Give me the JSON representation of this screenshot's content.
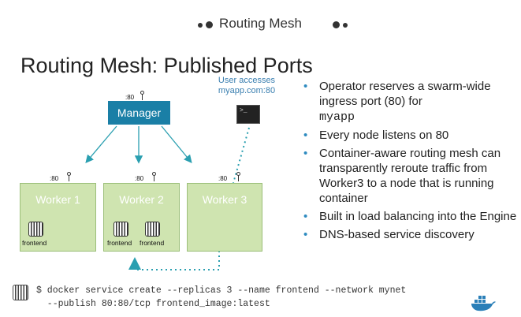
{
  "header": {
    "title": "Routing Mesh"
  },
  "slide": {
    "title": "Routing Mesh:  Published Ports"
  },
  "diagram": {
    "manager": {
      "label": "Manager",
      "port": ":80"
    },
    "workers": [
      {
        "label": "Worker 1",
        "port": ":80",
        "containers": [
          "frontend"
        ]
      },
      {
        "label": "Worker 2",
        "port": ":80",
        "containers": [
          "frontend",
          "frontend"
        ]
      },
      {
        "label": "Worker 3",
        "port": ":80",
        "containers": []
      }
    ],
    "access_note": "User accesses myapp.com:80",
    "terminal_prompt": ">_"
  },
  "bullets": [
    {
      "text": "Operator reserves a swarm-wide ingress port (80) for",
      "code": "myapp"
    },
    {
      "text": "Every node listens on 80"
    },
    {
      "text": "Container-aware routing mesh can transparently reroute traffic from Worker3 to a node that is running container"
    },
    {
      "text": "Built in load balancing into the Engine"
    },
    {
      "text": "DNS-based service discovery"
    }
  ],
  "command": {
    "line1": "$ docker service create --replicas 3 --name frontend --network mynet",
    "line2": "  --publish 80:80/tcp frontend_image:latest"
  },
  "colors": {
    "manager": "#1a7fa6",
    "worker_fill": "#cfe4b0",
    "bullet_accent": "#2e8bc0",
    "link": "#2a9fb0"
  },
  "icons": {
    "container": "container-icon",
    "terminal": "terminal-icon",
    "logo": "docker-whale-icon"
  }
}
